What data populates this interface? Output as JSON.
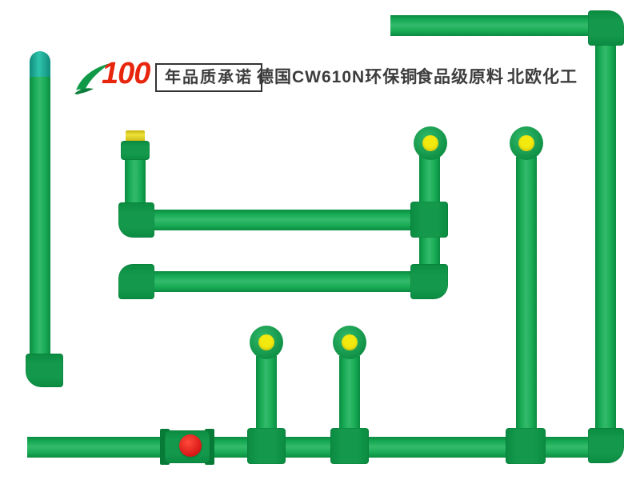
{
  "header": {
    "logo_number": "100",
    "slogan_boxed": "年品质承诺",
    "features": [
      "德国CW610N环保铜",
      "食品级原料",
      "北欧化工"
    ]
  },
  "icons": {
    "leaf_icon": "green-leaf-swoosh",
    "pipe_end_flange": "green-ring-with-yellow-center-cap",
    "valve_knob": "red-round-handle",
    "tap_adapter": "brass-threaded-male-top",
    "pipe_cap": "teal-rounded-end-cap"
  },
  "colors": {
    "pipe_green": "#17A953",
    "fitting_green": "#14994C",
    "highlight_green": "#33BB6B",
    "shadow_green": "#0A8B41",
    "flange_yellow": "#F2E90F",
    "valve_red": "#D21212",
    "cap_teal": "#2FC3AB",
    "logo_red": "#E8250D",
    "text_dark": "#3C3C3C",
    "background": "#FFFFFF"
  },
  "scene": {
    "description": "Green PPR plumbing pipes and fittings arranged on a white background as a product banner",
    "elements": [
      "left-wall-pipe-with-teal-cap-and-bottom-elbow",
      "top-right-horizontal-pipe-down-right-wall",
      "bottom-main-horizontal-pipe",
      "middle-s-shaped-run-with-brass-tap-and-branch-tee",
      "tall-right-riser-with-yellow-capped-flange",
      "two-short-risers-with-yellow-capped-flanges",
      "red-handle-ball-valve-on-bottom-pipe"
    ]
  }
}
